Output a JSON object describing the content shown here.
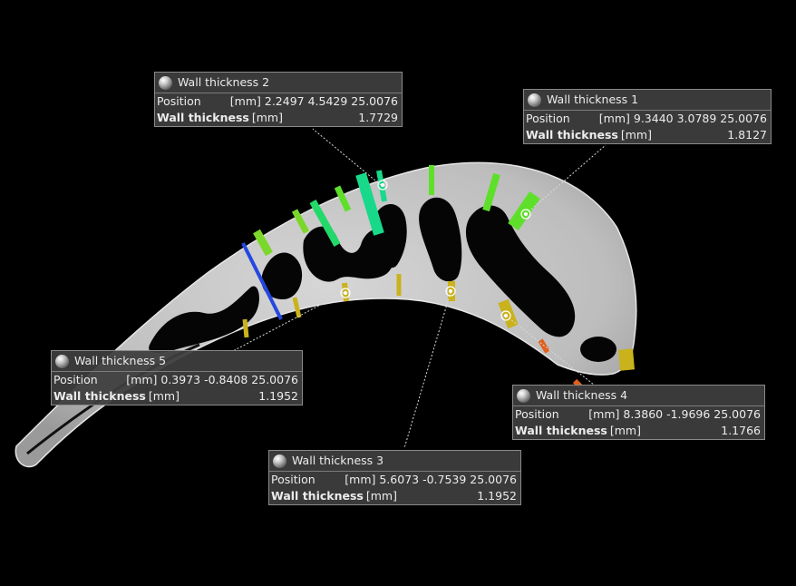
{
  "callouts": [
    {
      "title": "Wall thickness 1",
      "position_label": "Position",
      "position_unit": "[mm]",
      "position_value": "9.3440 3.0789 25.0076",
      "thickness_label": "Wall thickness",
      "thickness_unit": "[mm]",
      "thickness_value": "1.8127"
    },
    {
      "title": "Wall thickness 2",
      "position_label": "Position",
      "position_unit": "[mm]",
      "position_value": "2.2497 4.5429 25.0076",
      "thickness_label": "Wall thickness",
      "thickness_unit": "[mm]",
      "thickness_value": "1.7729"
    },
    {
      "title": "Wall thickness 3",
      "position_label": "Position",
      "position_unit": "[mm]",
      "position_value": "5.6073 -0.7539 25.0076",
      "thickness_label": "Wall thickness",
      "thickness_unit": "[mm]",
      "thickness_value": "1.1952"
    },
    {
      "title": "Wall thickness 4",
      "position_label": "Position",
      "position_unit": "[mm]",
      "position_value": "8.3860 -1.9696 25.0076",
      "thickness_label": "Wall thickness",
      "thickness_unit": "[mm]",
      "thickness_value": "1.1766"
    },
    {
      "title": "Wall thickness 5",
      "position_label": "Position",
      "position_unit": "[mm]",
      "position_value": "0.3973 -0.8408 25.0076",
      "thickness_label": "Wall thickness",
      "thickness_unit": "[mm]",
      "thickness_value": "1.1952"
    }
  ],
  "colors": {
    "background": "#000000",
    "blade": "#c9c9c9",
    "callout_bg": "#3e3e3e",
    "callout_border": "#8a8a8a",
    "leader": "#d8d8d8",
    "thickness_green": "#5ee02a",
    "thickness_teal": "#18d98a",
    "thickness_yellow": "#c9b21c",
    "thickness_blue": "#2448e0",
    "thickness_orange": "#e0601c"
  },
  "icons": {
    "callout_marker": "sphere-icon",
    "measurement_point": "target-marker-icon"
  }
}
